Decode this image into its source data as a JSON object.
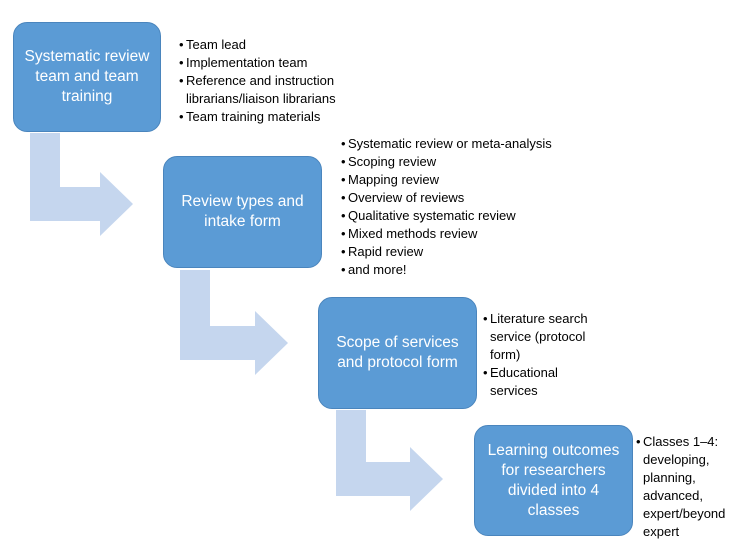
{
  "colors": {
    "box": "#5b9bd5",
    "arrow": "#c5d6ee",
    "text": "#000000"
  },
  "steps": [
    {
      "title_lines": [
        "Systematic review",
        "team and team",
        "training"
      ],
      "items": [
        [
          "Team lead"
        ],
        [
          "Implementation team"
        ],
        [
          "Reference and instruction",
          "librarians/liaison librarians"
        ],
        [
          "Team training materials"
        ]
      ]
    },
    {
      "title_lines": [
        "Review types and",
        "intake form"
      ],
      "items": [
        [
          "Systematic review or meta-analysis"
        ],
        [
          "Scoping review"
        ],
        [
          "Mapping review"
        ],
        [
          "Overview of reviews"
        ],
        [
          "Qualitative systematic review"
        ],
        [
          "Mixed methods review"
        ],
        [
          "Rapid review"
        ],
        [
          "and more!"
        ]
      ]
    },
    {
      "title_lines": [
        "Scope of services",
        "and protocol form"
      ],
      "items": [
        [
          "Literature search",
          "service (protocol",
          "form)"
        ],
        [
          "Educational",
          "services"
        ]
      ]
    },
    {
      "title_lines": [
        "Learning outcomes",
        "for researchers",
        "divided into 4",
        "classes"
      ],
      "items": [
        [
          "Classes 1–4:",
          "developing,",
          "planning,",
          "advanced,",
          "expert/beyond",
          "expert"
        ]
      ]
    }
  ]
}
